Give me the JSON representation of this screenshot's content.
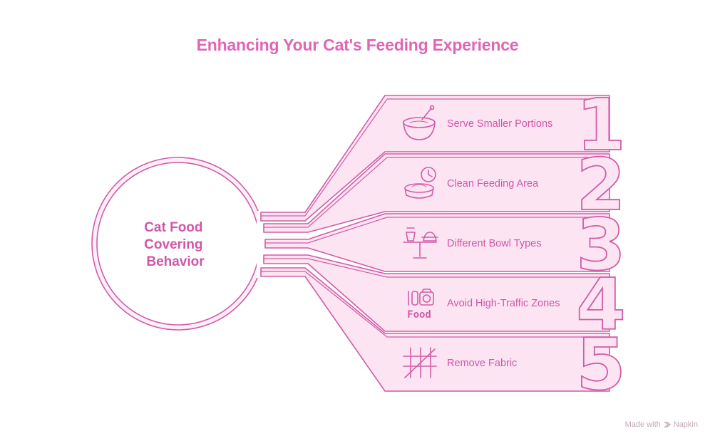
{
  "title": "Enhancing Your Cat's Feeding Experience",
  "center": {
    "lines": [
      "Cat Food",
      "Covering",
      "Behavior"
    ]
  },
  "items": [
    {
      "number": "1",
      "label": "Serve Smaller Portions",
      "icon": "bowl-with-spoon-icon"
    },
    {
      "number": "2",
      "label": "Clean Feeding Area",
      "icon": "bowl-with-clock-icon"
    },
    {
      "number": "3",
      "label": "Different Bowl Types",
      "icon": "bowl-stand-icon"
    },
    {
      "number": "4",
      "label": "Avoid High-Traffic Zones",
      "icon": "food-camera-icon"
    },
    {
      "number": "5",
      "label": "Remove Fabric",
      "icon": "crossed-grid-icon"
    }
  ],
  "footer": {
    "made_with": "Made with",
    "brand": "Napkin"
  },
  "colors": {
    "accent": "#e065b4",
    "stroke": "#d15ca7",
    "fill": "#fce4f2",
    "text": "#d156a8"
  }
}
